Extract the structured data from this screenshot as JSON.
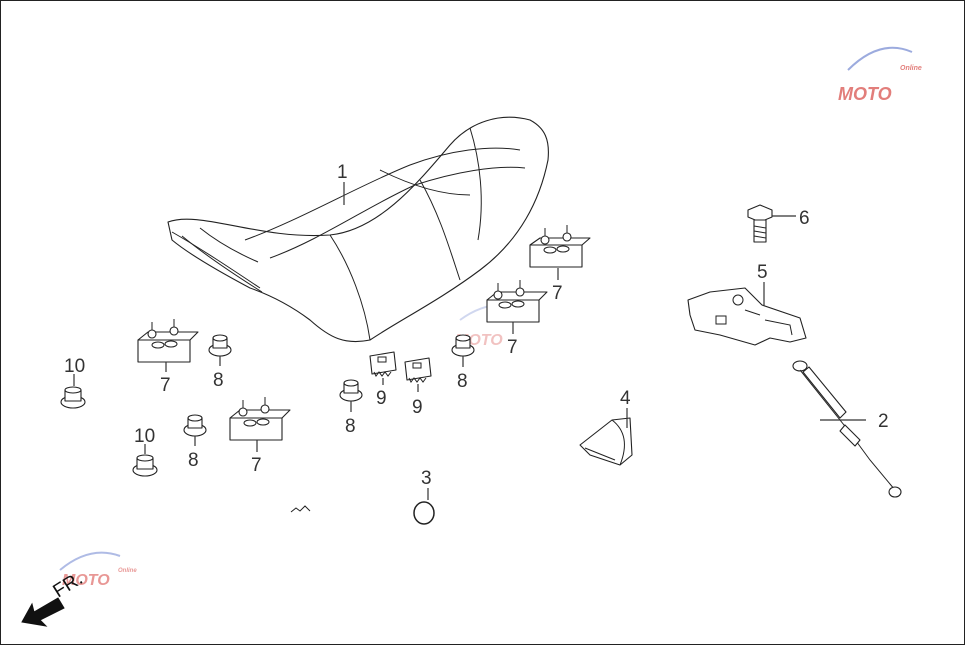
{
  "colors": {
    "line": "#222222",
    "label": "#333333",
    "watermark_red": "#d9534f",
    "watermark_blue": "#7b8fd4"
  },
  "watermark": {
    "text": "MOTO",
    "subtext": "Online"
  },
  "direction": {
    "text": "FR.",
    "icon": "front-direction-arrow-icon"
  },
  "callouts": {
    "c1": "1",
    "c2": "2",
    "c3": "3",
    "c4": "4",
    "c5": "5",
    "c6": "6",
    "c7a": "7",
    "c7b": "7",
    "c7c": "7",
    "c7d": "7",
    "c8a": "8",
    "c8b": "8",
    "c8c": "8",
    "c8d": "8",
    "c9a": "9",
    "c9b": "9",
    "c10a": "10",
    "c10b": "10"
  }
}
